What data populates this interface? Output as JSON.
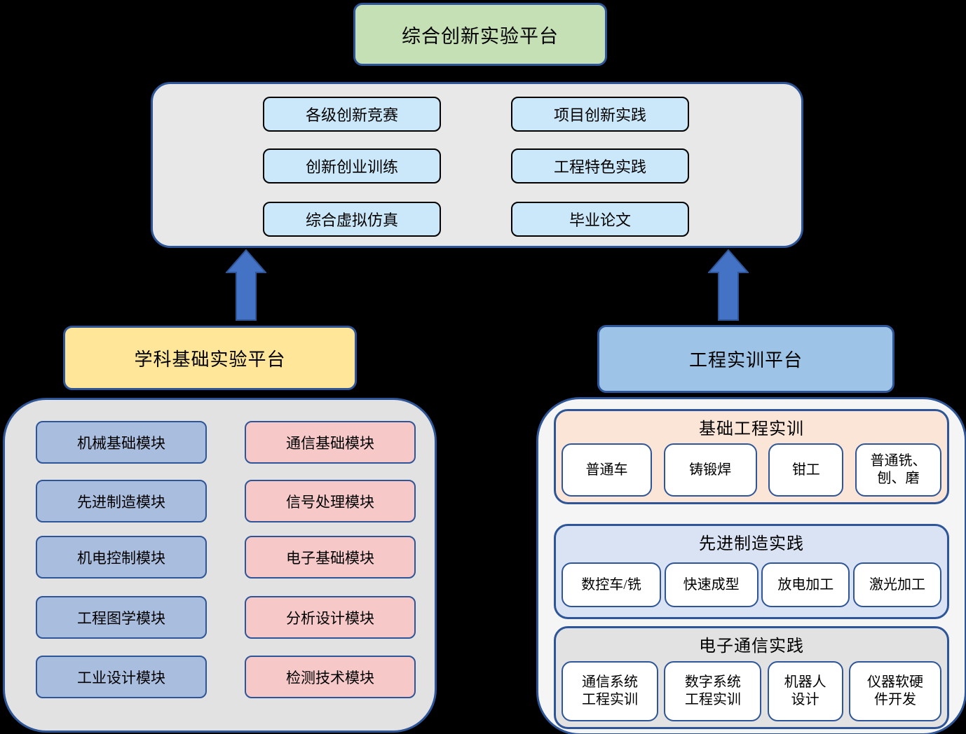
{
  "diagram": {
    "top_platform": {
      "label": "综合创新实验平台"
    },
    "innovation_container": {
      "left_items": [
        "各级创新竞赛",
        "创新创业训练",
        "综合虚拟仿真"
      ],
      "right_items": [
        "项目创新实践",
        "工程特色实践",
        "毕业论文"
      ]
    },
    "left_platform": {
      "label": "学科基础实验平台"
    },
    "left_modules": {
      "blue": [
        "机械基础模块",
        "先进制造模块",
        "机电控制模块",
        "工程图学模块",
        "工业设计模块"
      ],
      "pink": [
        "通信基础模块",
        "信号处理模块",
        "电子基础模块",
        "分析设计模块",
        "检测技术模块"
      ]
    },
    "right_platform": {
      "label": "工程实训平台"
    },
    "training_sections": [
      {
        "title": "基础工程实训",
        "items": [
          "普通车",
          "铸锻焊",
          "钳工",
          "普通铣、\n刨、磨"
        ]
      },
      {
        "title": "先进制造实践",
        "items": [
          "数控车/铣",
          "快速成型",
          "放电加工",
          "激光加工"
        ]
      },
      {
        "title": "电子通信实践",
        "items": [
          "通信系统\n工程实训",
          "数字系统\n工程实训",
          "机器人\n设计",
          "仪器软硬\n件开发"
        ]
      }
    ],
    "colors": {
      "background": "#000000",
      "border": "#2E5597",
      "top_platform_fill": "#C5E0B4",
      "innovation_item_fill": "#CAE8F9",
      "left_platform_fill": "#FFE699",
      "right_platform_fill": "#9DC3E6",
      "module_blue_fill": "#A9BDDE",
      "module_pink_fill": "#F7C8C8",
      "arrow_fill": "#4472C4",
      "section_basic_fill": "#FBE5D6",
      "section_advanced_fill": "#DAE3F3",
      "section_electronic_fill": "#E2E2E2"
    }
  }
}
